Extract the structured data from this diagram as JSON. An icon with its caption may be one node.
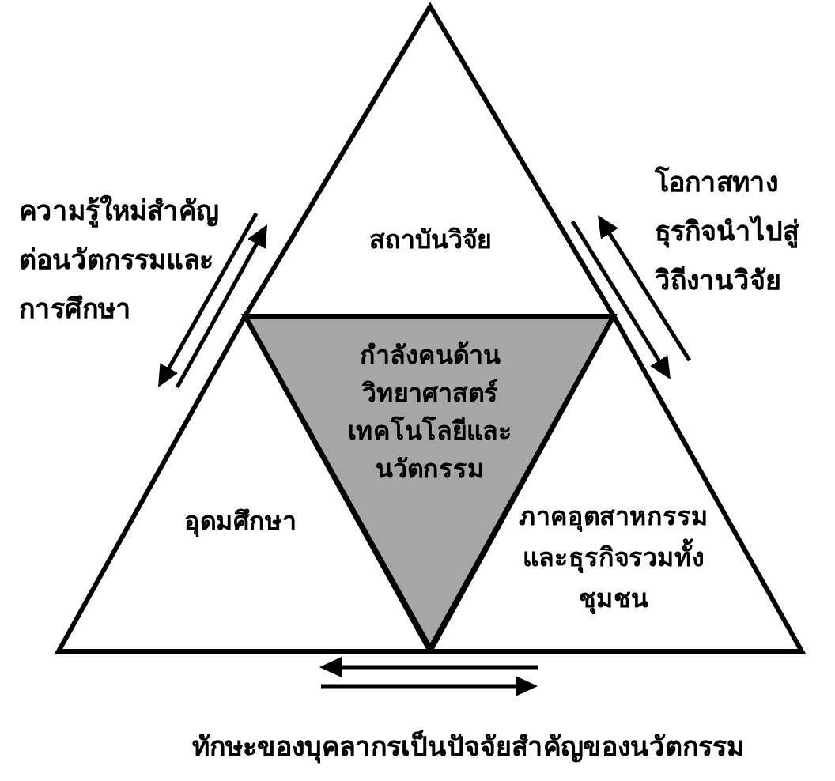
{
  "diagram": {
    "nodes": [
      {
        "text": [
          "สถาบันวิจัย"
        ]
      },
      {
        "text": [
          "กำลังคนด้านวิทยาศาสตร์ เทคโนโลยีและนวัตกรรม"
        ]
      },
      {
        "text": [
          "อุดมศึกษา"
        ]
      },
      {
        "text": [
          "ภาคอุตสาหกรรมและธุรกิจรวมทั้งชุมชน"
        ]
      }
    ],
    "edges": [
      {
        "from": 0,
        "to": 2,
        "arrow": "to"
      },
      {
        "from": 2,
        "to": 0,
        "arrow": "to"
      },
      {
        "from": 0,
        "to": 3,
        "arrow": "to"
      },
      {
        "from": 3,
        "to": 0,
        "arrow": "to"
      },
      {
        "from": 3,
        "to": 2,
        "arrow": "to"
      },
      {
        "from": 2,
        "to": 3,
        "arrow": "to"
      }
    ],
    "labels": [
      "ความรู้ใหม่สำคัญต่อนวัตกรรมและการศึกษา",
      "โอกาสทางธุรกิจนำไปสู่วิถีงานวิจัย",
      "ทักษะของบุคลากรเป็นปัจจัยสำคัญของนวัตกรรม"
    ]
  }
}
